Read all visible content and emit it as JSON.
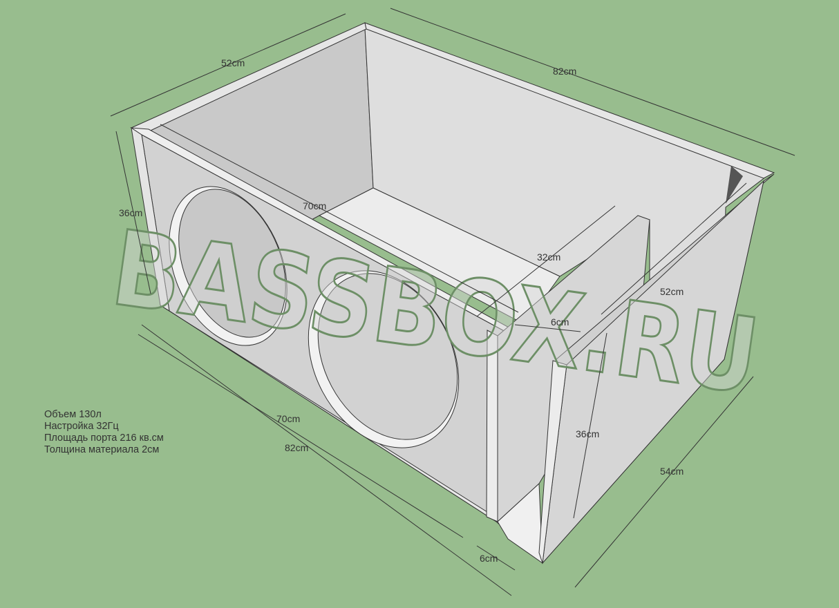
{
  "watermark": "BASSBOX.RU",
  "dimensions": {
    "top_depth": "52cm",
    "top_length": "82cm",
    "left_height": "36cm",
    "inner_length_top": "70cm",
    "port_depth": "32cm",
    "port_width_top": "6cm",
    "right_depth": "52cm",
    "front_inner_length": "70cm",
    "front_outer_length": "82cm",
    "right_height": "36cm",
    "side_depth": "54cm",
    "port_width_bottom": "6cm"
  },
  "info": {
    "volume": "Объем 130л",
    "tuning": "Настройка 32Гц",
    "port_area": "Площадь порта 216 кв.см",
    "material": "Толщина материала 2см"
  },
  "colors": {
    "background": "#98bd8e"
  }
}
